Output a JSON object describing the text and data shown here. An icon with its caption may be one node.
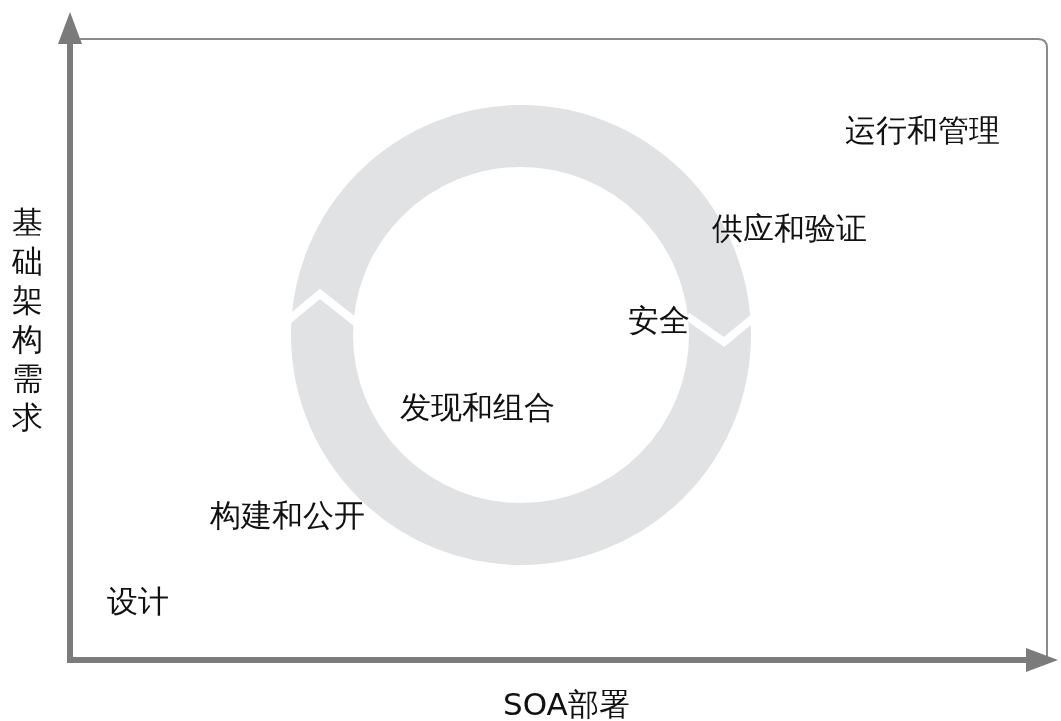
{
  "diagram": {
    "labels": [
      "运行和管理",
      "供应和验证",
      "基础架构需求",
      "安全",
      "发现和组合",
      "构建和公开",
      "设计",
      "SOA部署"
    ]
  }
}
